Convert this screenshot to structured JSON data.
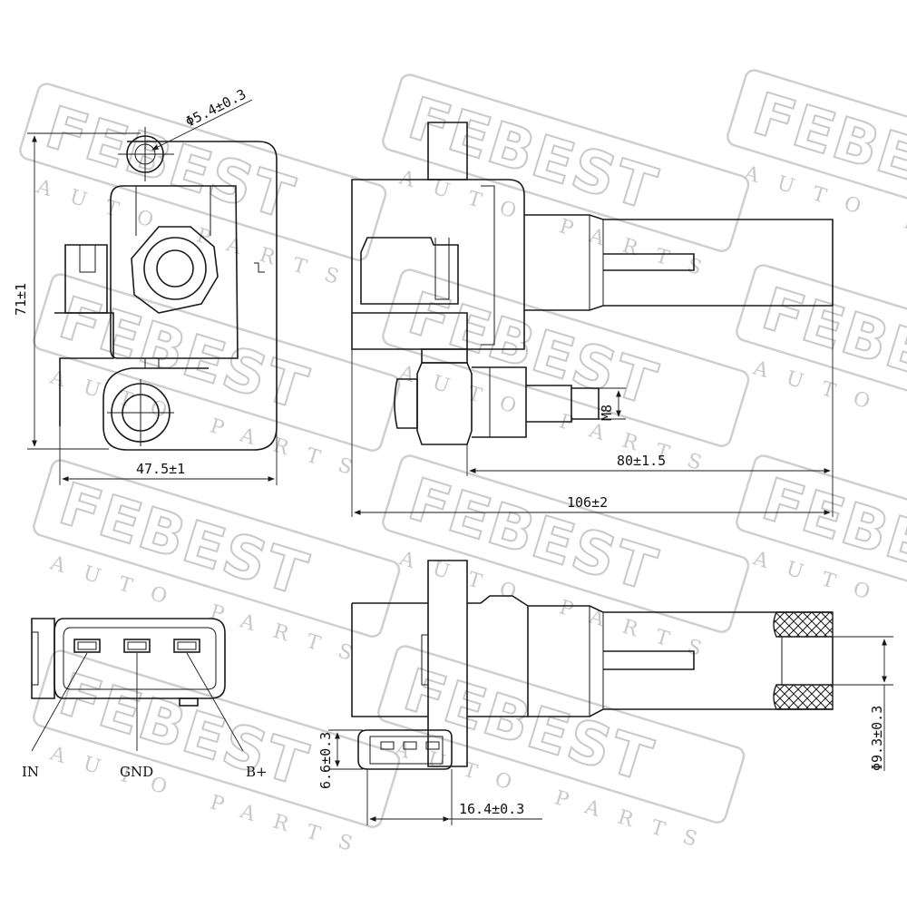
{
  "watermark": {
    "brand": "FEBEST",
    "sub": "AUTO PARTS"
  },
  "dimensions": {
    "hole_dia": "Φ5.4±0.3",
    "height": "71±1",
    "width": "47.5±1",
    "thread": "M8",
    "probe_length": "80±1.5",
    "total_length": "106±2",
    "connector_height": "6.6±0.3",
    "connector_width": "16.4±0.3",
    "cable_dia": "Φ9.3±0.3"
  },
  "pins": {
    "in": "IN",
    "gnd": "GND",
    "bplus": "B+"
  }
}
